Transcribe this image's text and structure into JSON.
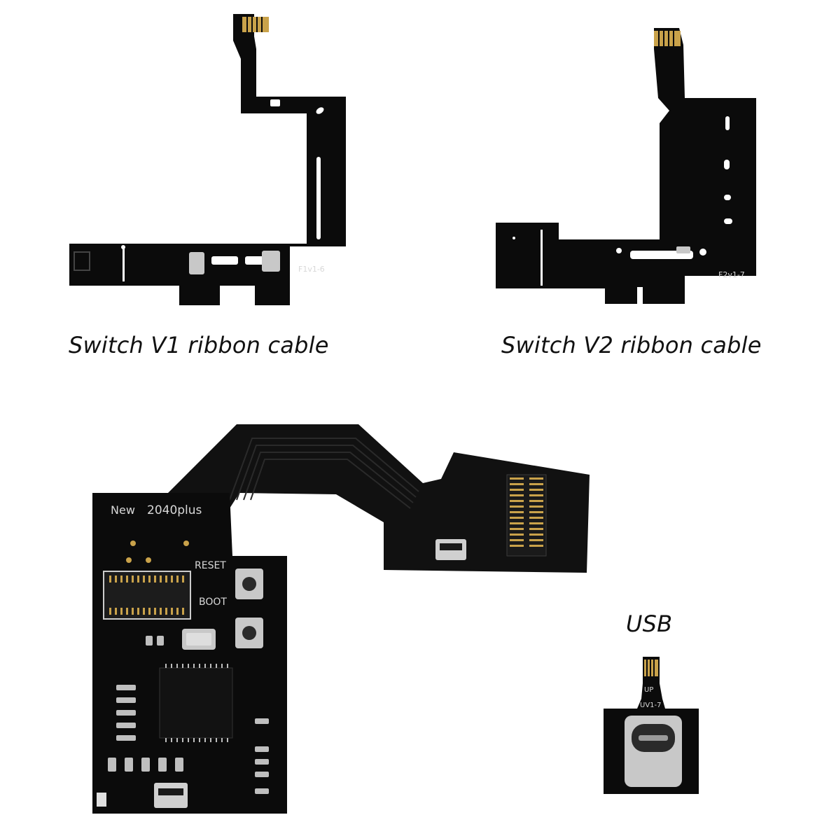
{
  "captions": {
    "v1": "Switch V1 ribbon cable",
    "v2": "Switch V2 ribbon cable",
    "usb": "USB"
  },
  "silkscreen": {
    "v1_code": "F1v1-6",
    "v2_code": "F2v1-7",
    "board_new": "New",
    "board_model": "2040plus",
    "reset": "RESET",
    "boot": "BOOT",
    "usb_up": "UP",
    "usb_code": "UV1-7"
  },
  "colors": {
    "pcb": "#0b0b0b",
    "gold": "#c9a24a",
    "silver": "#c8c8c8",
    "silk": "#d8d8d8"
  }
}
